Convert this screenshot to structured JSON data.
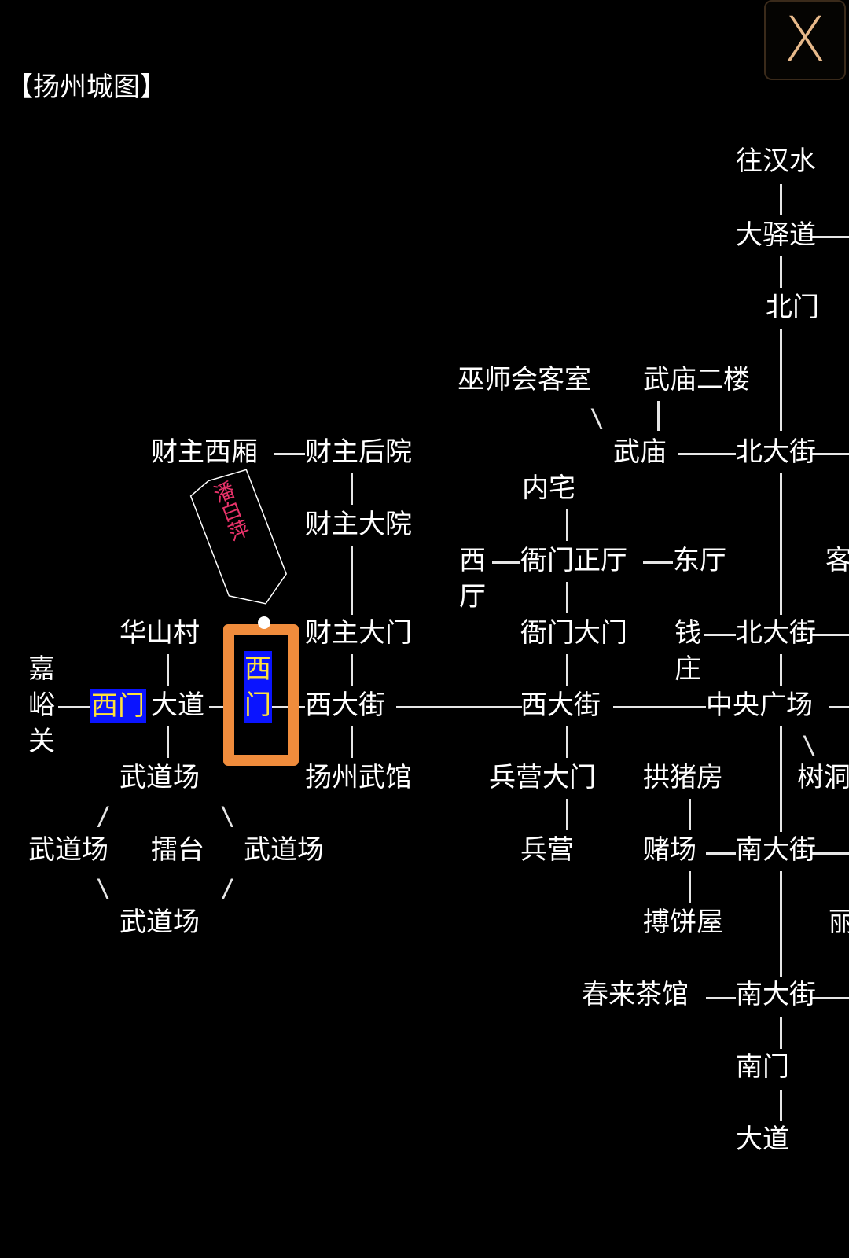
{
  "title": "【扬州城图】",
  "close_label": "X",
  "marker_text": "潘白萍",
  "colors": {
    "background": "#000000",
    "highlight_bg": "#0a14ff",
    "highlight_text": "#ffe23a",
    "selection_border": "#f08c3c",
    "marker_text": "#e8336a"
  },
  "nodes": {
    "wang_hanshui": "往汉水",
    "da_yi_dao": "大驿道",
    "bei_men": "北门",
    "wushi_keshi": "巫师会客室",
    "wumiao_erlou": "武庙二楼",
    "caizhu_xixiang": "财主西厢",
    "caizhu_houyuan": "财主后院",
    "wumiao": "武庙",
    "bei_dajie_1": "北大街",
    "neizhai": "内宅",
    "caizhu_dayuan": "财主大院",
    "xi_ting_1": "西",
    "xi_ting_2": "厅",
    "yamen_zhengting": "衙门正厅",
    "dongting": "东厅",
    "ke_partial": "客",
    "huashan_cun": "华山村",
    "caizhu_damen": "财主大门",
    "yamen_damen": "衙门大门",
    "qian_1": "钱",
    "qian_2": "庄",
    "bei_dajie_2": "北大街",
    "jia_1": "嘉",
    "jia_2": "峪",
    "jia_3": "关",
    "ximen_outer": "西门",
    "dadao_west": "大道",
    "ximen_v1": "西",
    "ximen_v2": "门",
    "xi_dajie_1": "西大街",
    "xi_dajie_2": "西大街",
    "zhongyang": "中央广场",
    "wudaochang_top": "武道场",
    "yangzhou_wuguan": "扬州武馆",
    "bingying_damen": "兵营大门",
    "gongzhufang": "拱猪房",
    "shu_partial": "树洞",
    "wudaochang_left": "武道场",
    "leitai": "擂台",
    "wudaochang_right": "武道场",
    "bingying": "兵营",
    "duchang": "赌场",
    "nan_dajie_1": "南大街",
    "wudaochang_bottom": "武道场",
    "bobingwu": "搏饼屋",
    "li_partial": "丽",
    "chunlai_chaguan": "春来茶馆",
    "nan_dajie_2": "南大街",
    "nan_men": "南门",
    "dadao_south": "大道"
  }
}
